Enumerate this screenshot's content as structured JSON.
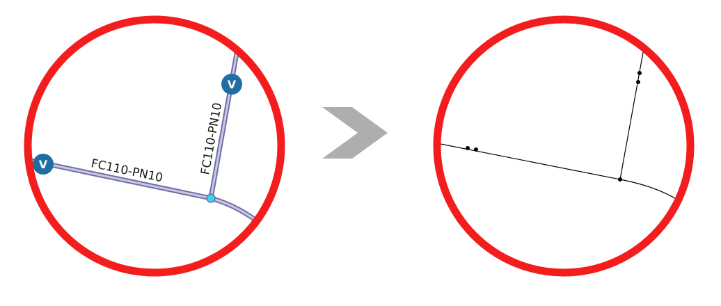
{
  "colors": {
    "ring": "#f31d1d",
    "pipe_outline": "#6f6fa6",
    "pipe_fill": "#c9c9e6",
    "valve": "#1f6ea3",
    "node": "#39d3ea",
    "arrow": "#aeaeae",
    "simple_line": "#000000"
  },
  "before": {
    "pipe_labels": [
      "FC110-PN10",
      "FC110-PN10"
    ],
    "valve_symbol": "V"
  }
}
